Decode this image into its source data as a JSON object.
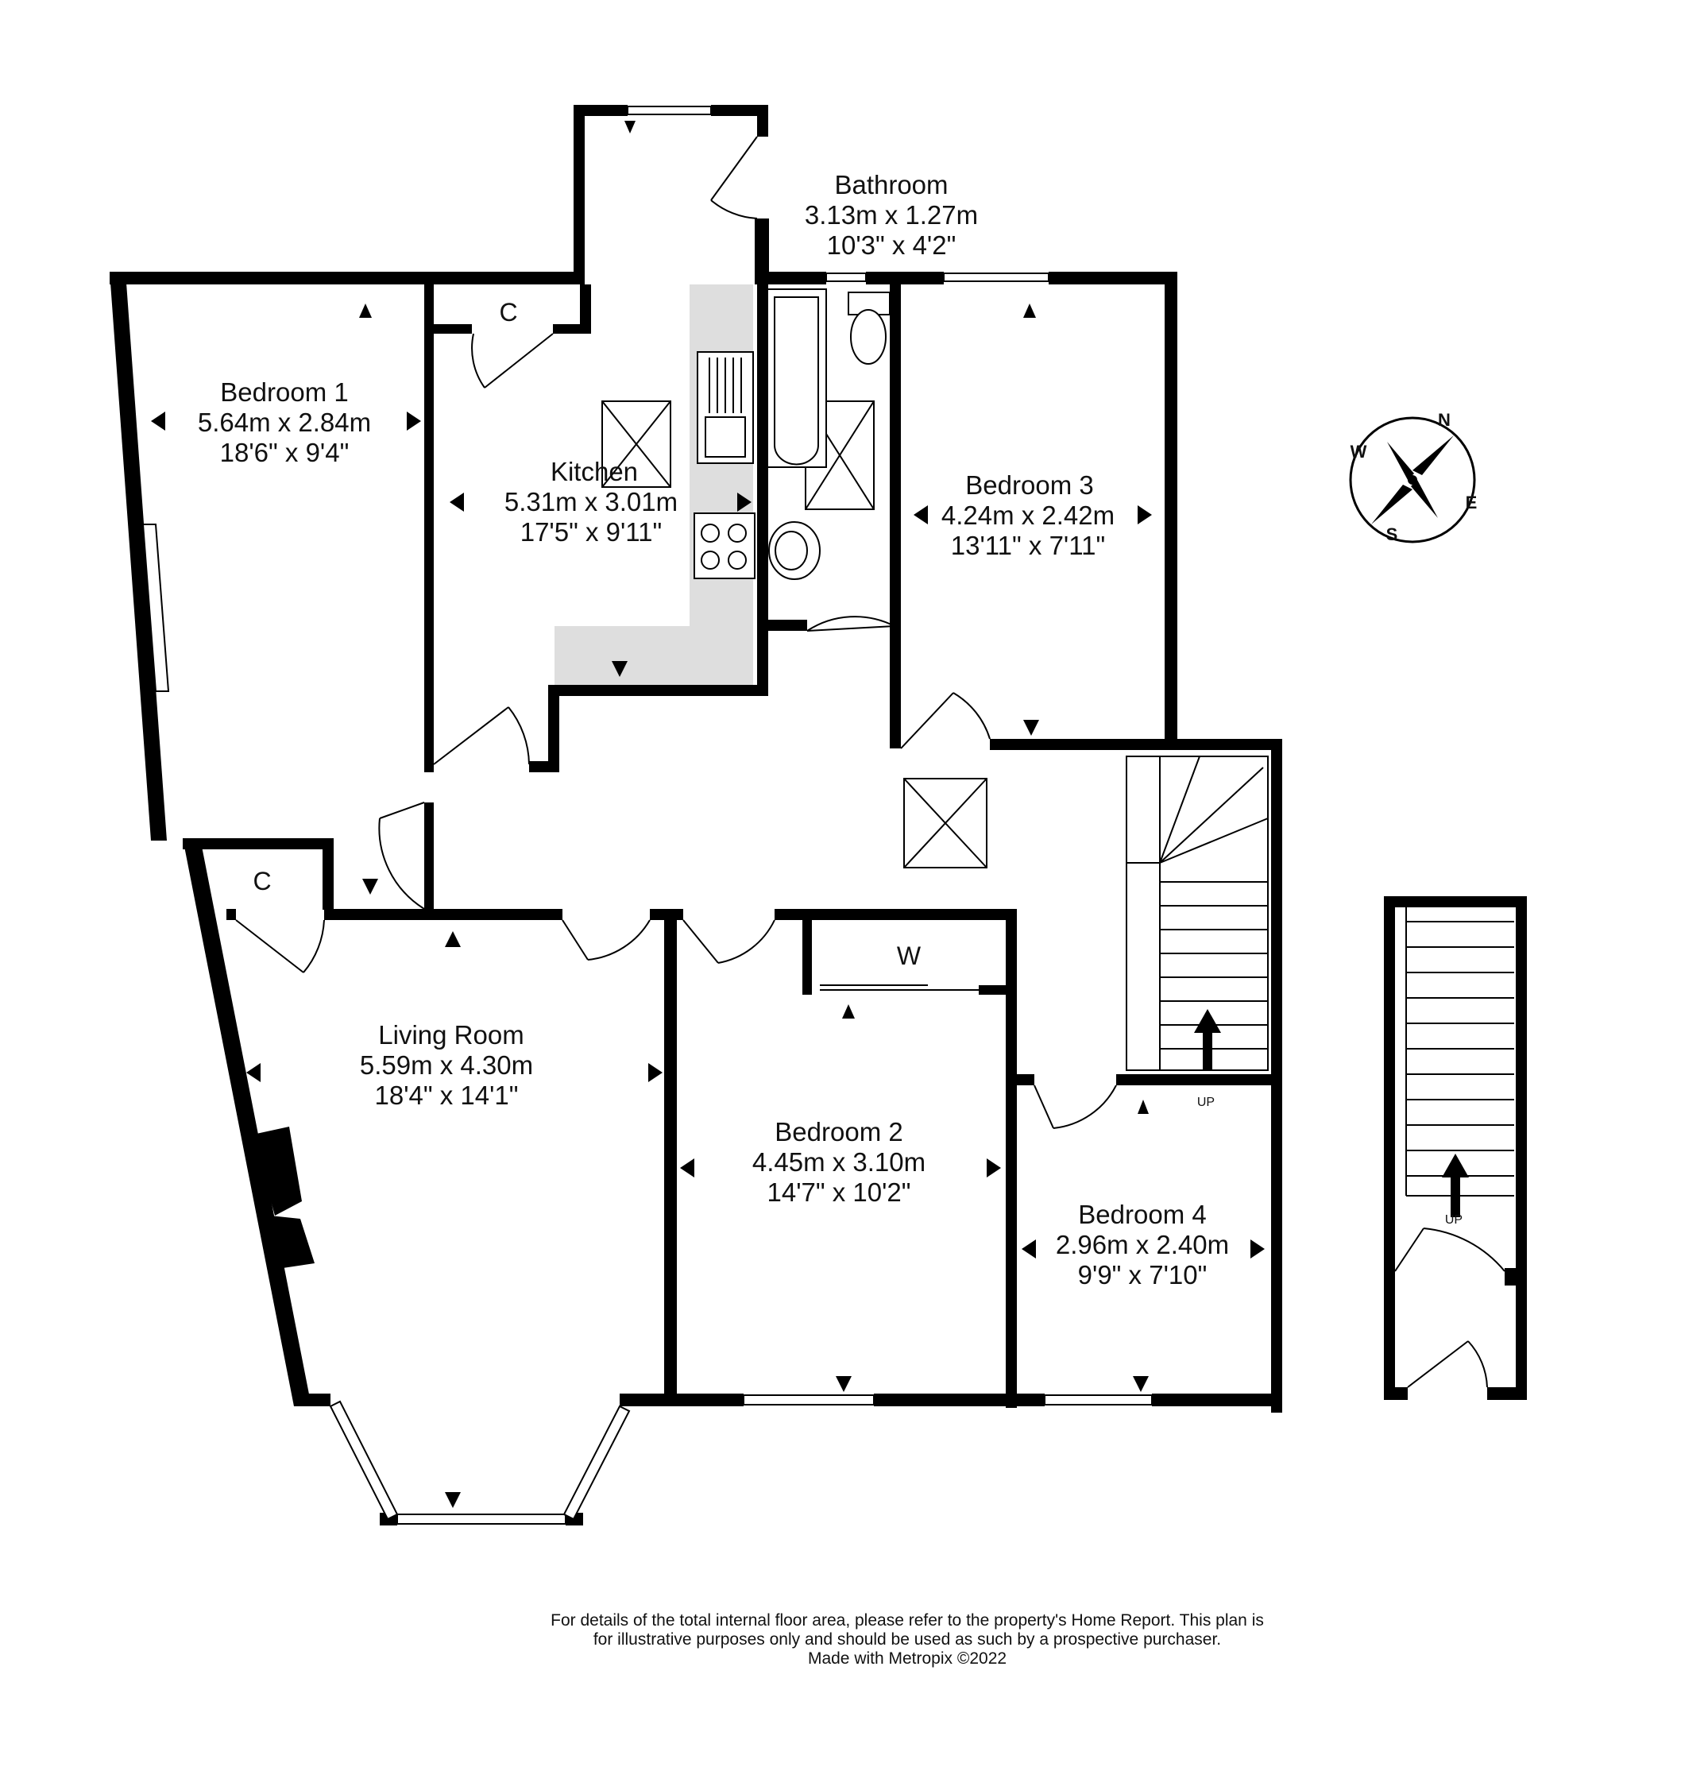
{
  "rooms": {
    "bedroom1": {
      "name": "Bedroom 1",
      "metric": "5.64m  x 2.84m",
      "imperial": "18'6\"  x 9'4\""
    },
    "kitchen": {
      "name": "Kitchen",
      "metric": "5.31m  x 3.01m",
      "imperial": "17'5\"  x 9'11\""
    },
    "bathroom": {
      "name": "Bathroom",
      "metric": "3.13m  x 1.27m",
      "imperial": "10'3\"  x 4'2\""
    },
    "bedroom3": {
      "name": "Bedroom 3",
      "metric": "4.24m  x 2.42m",
      "imperial": "13'11\"  x 7'11\""
    },
    "livingroom": {
      "name": "Living Room",
      "metric": "5.59m  x 4.30m",
      "imperial": "18'4\"  x 14'1\""
    },
    "bedroom2": {
      "name": "Bedroom 2",
      "metric": "4.45m  x 3.10m",
      "imperial": "14'7\"  x 10'2\""
    },
    "bedroom4": {
      "name": "Bedroom 4",
      "metric": "2.96m  x 2.40m",
      "imperial": "9'9\"  x 7'10\""
    }
  },
  "small_labels": {
    "cupboard": "C",
    "wardrobe": "W",
    "stairs_up": "UP"
  },
  "compass": {
    "n": "N",
    "e": "E",
    "s": "S",
    "w": "W"
  },
  "footer": {
    "line1": "For details of the total internal floor area, please refer to the property's Home Report. This plan is",
    "line2": "for illustrative purposes only and should be used as such by a prospective purchaser.",
    "line3": "Made with Metropix ©2022"
  }
}
